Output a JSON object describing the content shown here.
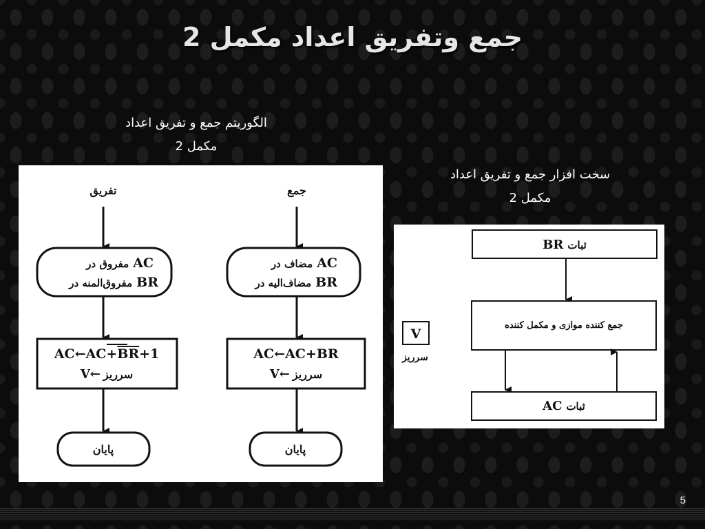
{
  "slide": {
    "title": "جمع وتفریق اعداد مکمل 2",
    "page_number": "5"
  },
  "captions": {
    "left_line1": "الگوریتم جمع و تفریق اعداد",
    "left_line2": "مکمل 2",
    "right_line1": "سخت افزار جمع و تفریق اعداد",
    "right_line2": "مکمل 2"
  },
  "flowchart": {
    "add": {
      "label": "جمع",
      "start_line1_text": "مضاف در",
      "start_line1_reg": "AC",
      "start_line2_text": "مضاف‌الیه در",
      "start_line2_reg": "BR",
      "process_line1": "AC←AC+BR",
      "process_line2_text": "سرریز",
      "process_line2_reg": "V←",
      "end_label": "پایان"
    },
    "subtract": {
      "label": "تفریق",
      "start_line1_text": "مفروق در",
      "start_line1_reg": "AC",
      "start_line2_text": "مفروق‌المنه در",
      "start_line2_reg": "BR",
      "process_line1_prefix": "AC←AC+",
      "process_line1_overline": "BR",
      "process_line1_suffix": "+1",
      "process_line2_text": "سرریز",
      "process_line2_reg": "V←",
      "end_label": "پایان"
    }
  },
  "hardware": {
    "br_register_text": "ثبات",
    "br_register_reg": "BR",
    "adder_label": "جمع کننده موازی و مکمل کننده",
    "ac_register_text": "ثبات",
    "ac_register_reg": "AC",
    "overflow_box": "V",
    "overflow_label": "سرریز"
  }
}
